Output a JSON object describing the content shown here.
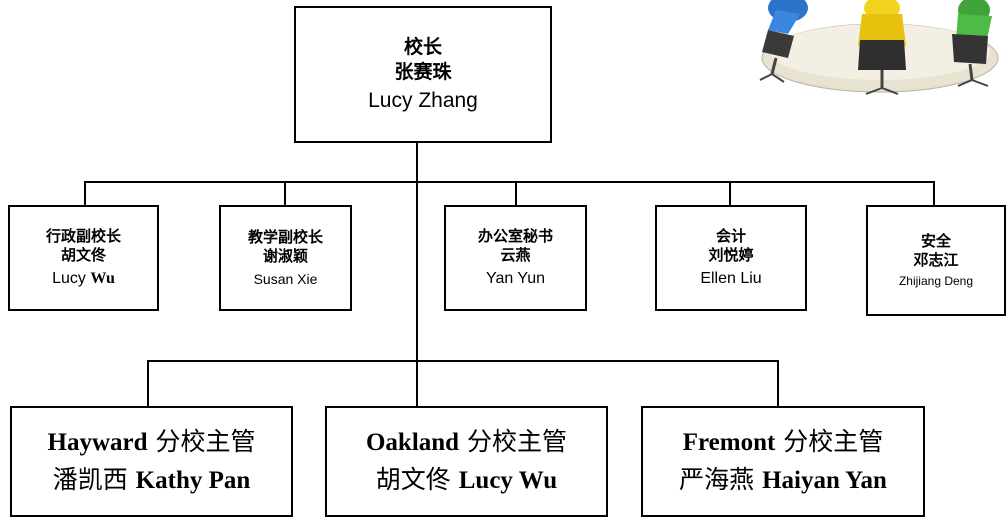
{
  "root": {
    "title": "校长",
    "name_cn": "张赛珠",
    "name_en": "Lucy Zhang"
  },
  "deputies": [
    {
      "title": "行政副校长",
      "name_cn": "胡文佟",
      "name_en_plain": "Lucy ",
      "name_en_bold": "Wu"
    },
    {
      "title": "教学副校长",
      "name_cn": "谢淑颖",
      "name_en_plain": "Susan Xie",
      "name_en_bold": ""
    },
    {
      "title": "办公室秘书",
      "name_cn": "云燕",
      "name_en_plain": "Yan Yun",
      "name_en_bold": ""
    },
    {
      "title": "会计",
      "name_cn": "刘悦婷",
      "name_en_plain": "Ellen Liu",
      "name_en_bold": ""
    },
    {
      "title": "安全",
      "name_cn": "邓志江",
      "name_en_plain": "Zhijiang Deng",
      "name_en_bold": ""
    }
  ],
  "branches": [
    {
      "campus": "Hayward",
      "role": " 分校主管",
      "name_cn": "潘凯西 ",
      "name_en": "Kathy Pan"
    },
    {
      "campus": "Oakland",
      "role": " 分校主管",
      "name_cn": "胡文佟 ",
      "name_en": "Lucy Wu"
    },
    {
      "campus": "Fremont",
      "role": " 分校主管",
      "name_cn": "严海燕 ",
      "name_en": "Haiyan Yan"
    }
  ],
  "colors": {
    "line": "#000000",
    "box_border": "#000000",
    "clipart_table": "#e8e2d0"
  },
  "icons": [
    "meeting-clipart-icon"
  ]
}
